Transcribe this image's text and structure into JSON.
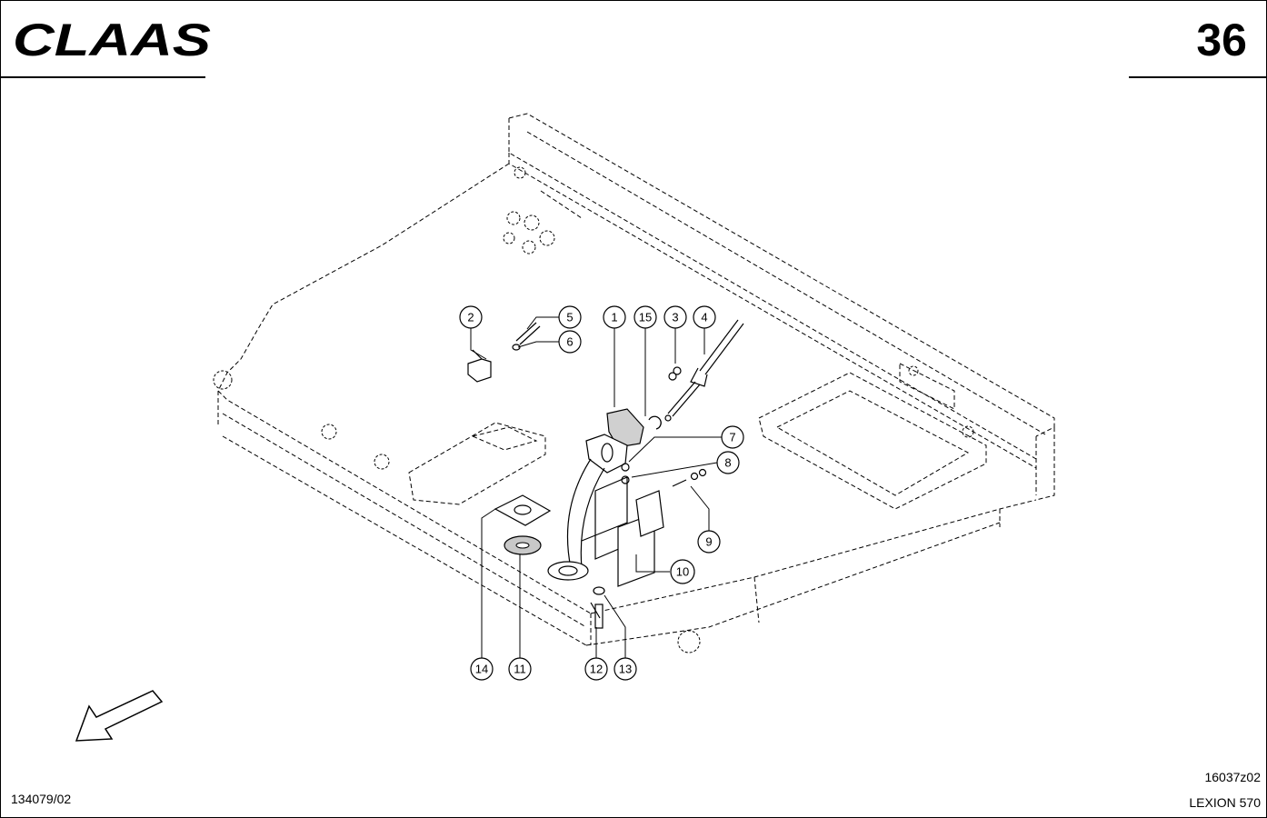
{
  "brand": {
    "logo_text": "CLAAS"
  },
  "header": {
    "page_number": "36"
  },
  "footer": {
    "doc_number": "134079/02",
    "drawing_id": "16037z02",
    "model": "LEXION 570"
  },
  "callouts": [
    {
      "id": "1",
      "label": "1"
    },
    {
      "id": "2",
      "label": "2"
    },
    {
      "id": "3",
      "label": "3"
    },
    {
      "id": "4",
      "label": "4"
    },
    {
      "id": "5",
      "label": "5"
    },
    {
      "id": "6",
      "label": "6"
    },
    {
      "id": "7",
      "label": "7"
    },
    {
      "id": "8",
      "label": "8"
    },
    {
      "id": "9",
      "label": "9"
    },
    {
      "id": "10",
      "label": "10"
    },
    {
      "id": "11",
      "label": "11"
    },
    {
      "id": "12",
      "label": "12"
    },
    {
      "id": "13",
      "label": "13"
    },
    {
      "id": "14",
      "label": "14"
    },
    {
      "id": "15",
      "label": "15"
    }
  ],
  "colors": {
    "ink": "#000000",
    "paper": "#ffffff"
  },
  "icons": {
    "direction": "front-direction-arrow-icon"
  }
}
